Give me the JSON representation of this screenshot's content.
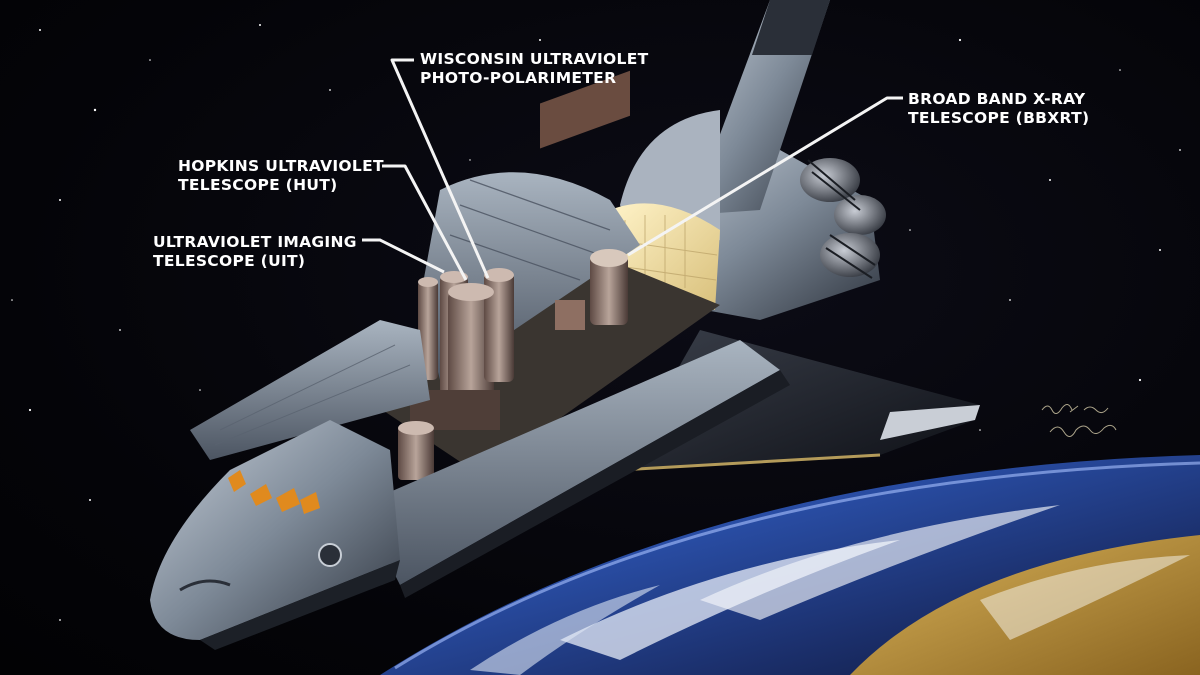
{
  "labels": {
    "wuppe": {
      "line1": "WISCONSIN ULTRAVIOLET",
      "line2": "PHOTO-POLARIMETER"
    },
    "hut": {
      "line1": "HOPKINS ULTRAVIOLET",
      "line2": "TELESCOPE (HUT)"
    },
    "uit": {
      "line1": "ULTRAVIOLET IMAGING",
      "line2": "TELESCOPE (UIT)"
    },
    "bbxrt": {
      "line1": "BROAD BAND X-RAY",
      "line2": "TELESCOPE (BBXRT)"
    }
  },
  "signature": "Rawlings 12-88 Van Northwood",
  "colors": {
    "space": "#05050a",
    "label_text": "#ffffff",
    "leader_line": "#f4f4f4",
    "earth_ocean": "#2a4fa8",
    "earth_land": "#b8902e",
    "shuttle_hull": "#8e9aa8",
    "window_glow": "#e08a1e"
  }
}
